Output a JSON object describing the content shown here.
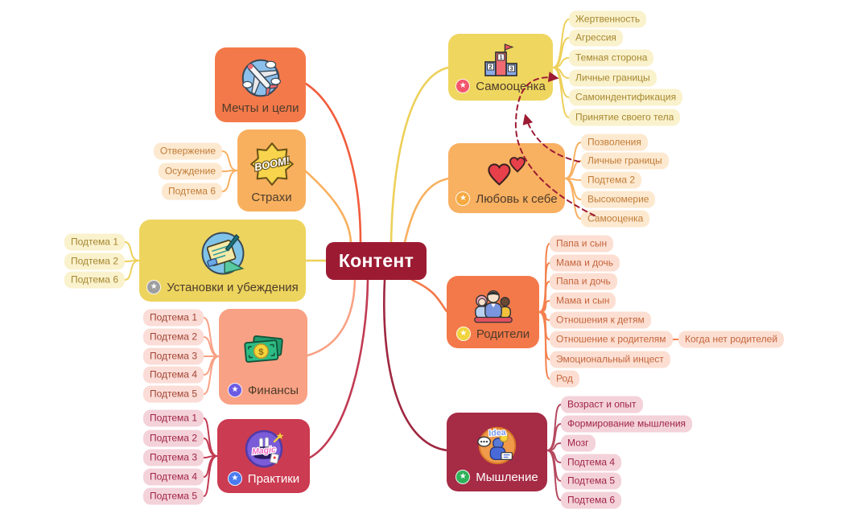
{
  "palette": {
    "root_bg": "#9C1B33",
    "orange": "#F4794A",
    "light_orange": "#F8B05F",
    "yellow": "#EFD65F",
    "salmon": "#F9A184",
    "red": "#CB3B51",
    "dark_red": "#A62B45",
    "dashed_arrow": "#9C1B33"
  },
  "root": {
    "label": "Контент"
  },
  "branches": {
    "left": [
      {
        "label": "Мечты и цели",
        "icon": "airplane-icon",
        "children": []
      },
      {
        "label": "Страхи",
        "icon": "boom-icon",
        "children": [
          "Отвержение",
          "Осуждение",
          "Подтема 6"
        ]
      },
      {
        "label": "Установки и убеждения",
        "icon": "stationery-icon",
        "badge_color": "#9E9E9E",
        "children": [
          "Подтема 1",
          "Подтема 2",
          "Подтема 6"
        ]
      },
      {
        "label": "Финансы",
        "icon": "money-icon",
        "badge_color": "#6B5BE2",
        "children": [
          "Подтема 1",
          "Подтема 2",
          "Подтема 3",
          "Подтема 4",
          "Подтема 5"
        ]
      },
      {
        "label": "Практики",
        "icon": "magic-icon",
        "badge_color": "#4A7BF0",
        "children": [
          "Подтема 1",
          "Подтема 2",
          "Подтема 3",
          "Подтема 4",
          "Подтема 5"
        ]
      }
    ],
    "right": [
      {
        "label": "Самооценка",
        "icon": "podium-icon",
        "badge_color": "#F2556B",
        "children": [
          "Жертвенность",
          "Агрессия",
          "Темная сторона",
          "Личные границы",
          "Самоиндентификация",
          "Принятие своего тела"
        ]
      },
      {
        "label": "Любовь к себе",
        "icon": "hearts-icon",
        "badge_color": "#F5A93F",
        "children": [
          "Позволения",
          "Личные границы",
          "Подтема 2",
          "Высокомерие",
          "Самооценка"
        ]
      },
      {
        "label": "Родители",
        "icon": "family-icon",
        "badge_color": "#F0D43C",
        "children": [
          "Папа и сын",
          "Мама и дочь",
          "Папа и дочь",
          "Мама и сын",
          "Отношения к детям",
          "Отношение к родителям",
          "Эмоциональный инцест",
          "Род"
        ],
        "grandchild": {
          "parent": "Отношение к родителям",
          "label": "Когда нет родителей"
        }
      },
      {
        "label": "Мышление",
        "icon": "idea-icon",
        "badge_color": "#2EB35A",
        "children": [
          "Возраст и опыт",
          "Формирование мышления",
          "Мозг",
          "Подтема 4",
          "Подтема 5",
          "Подтема 6"
        ]
      }
    ]
  },
  "icon_texts": {
    "boom": "BOOM!",
    "magic": "Magic",
    "idea": "Idea",
    "dollar": "$",
    "podium_first": "1",
    "podium_second": "2",
    "podium_third": "3",
    "badge_star": "★"
  },
  "cross_links": [
    {
      "from": "Самооценка (Любовь к себе)",
      "to": "Личные границы (Самооценка)",
      "style": "dashed-arrow"
    },
    {
      "from": "Личные границы (Любовь к себе)",
      "to": "Самооценка",
      "style": "dashed-arrow"
    }
  ]
}
